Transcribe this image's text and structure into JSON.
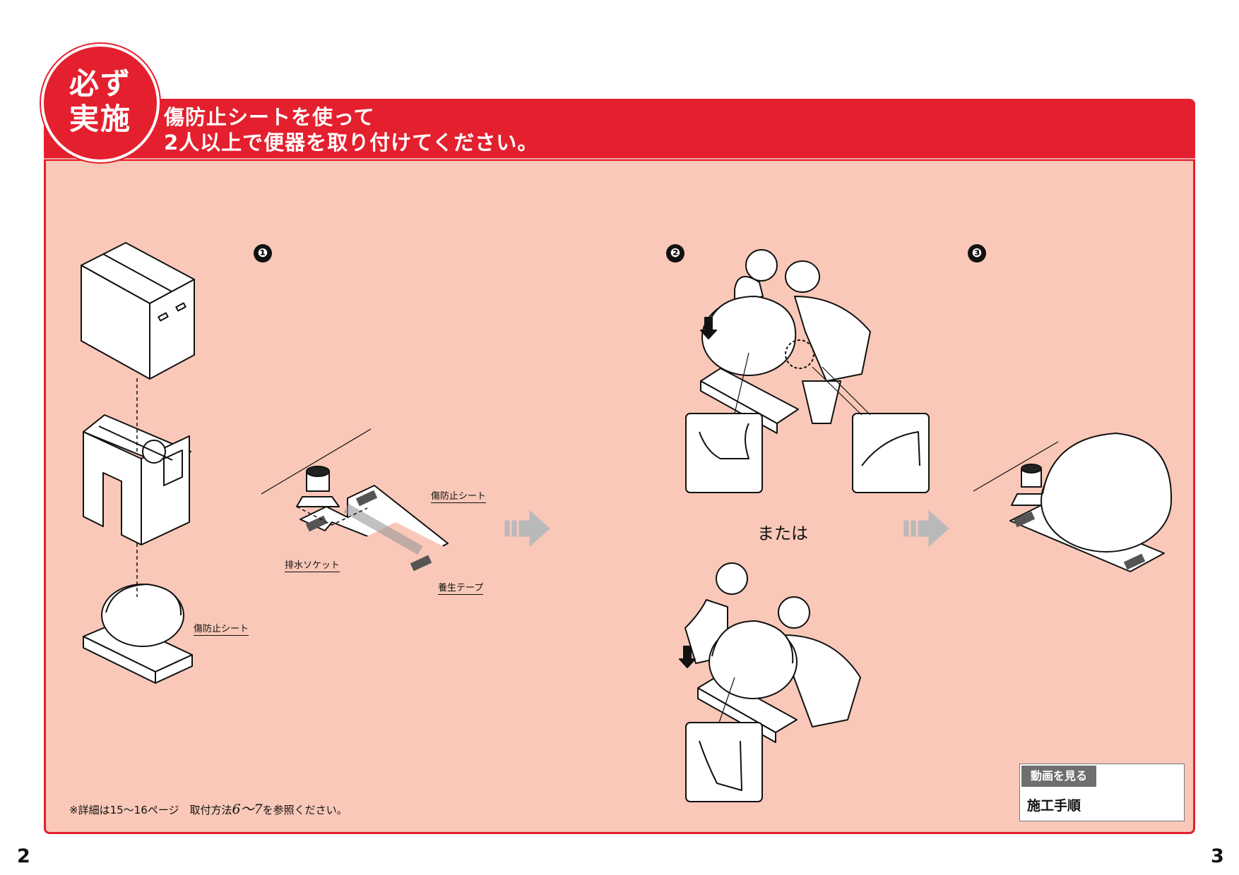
{
  "badge": {
    "line1": "必ず",
    "line2": "実施"
  },
  "header": {
    "line1": "傷防止シートを使って",
    "line2": "2人以上で便器を取り付けてください。"
  },
  "steps": [
    "❶",
    "❷",
    "❸"
  ],
  "callouts": {
    "sheet_box": "傷防止シート",
    "sheet_floor": "傷防止シート",
    "drain_socket": "排水ソケット",
    "tape": "養生テープ"
  },
  "or_label": "または",
  "footnote": {
    "text": "※詳細は15～16ページ　取付方法",
    "pages": "6～7",
    "tail": "を参照ください。"
  },
  "video": {
    "title": "動画を見る",
    "subtitle": "施工手順"
  },
  "page_numbers": {
    "left": "2",
    "right": "3"
  },
  "colors": {
    "accent": "#e4202e",
    "panel": "#f9c8b8",
    "arrow": "#b9b9b9"
  }
}
